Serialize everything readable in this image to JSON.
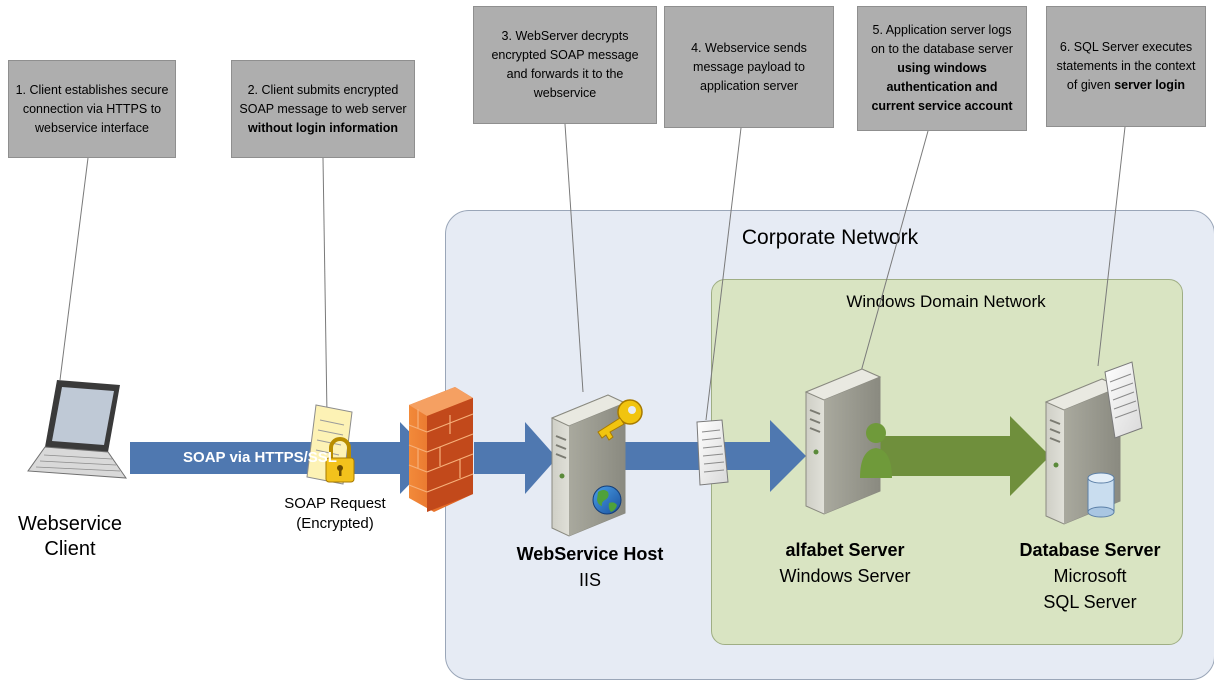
{
  "callouts": [
    {
      "id": "c1",
      "plain": "1. Client establishes secure connection via HTTPS to webservice interface",
      "bold": ""
    },
    {
      "id": "c2",
      "plain": "2. Client submits encrypted SOAP message to web server",
      "bold": "without login information"
    },
    {
      "id": "c3",
      "plain": "3. WebServer decrypts encrypted SOAP message and forwards it to the webservice",
      "bold": ""
    },
    {
      "id": "c4",
      "plain": "4. Webservice sends message payload to application server",
      "bold": ""
    },
    {
      "id": "c5",
      "plain": "5. Application server logs on to the database server",
      "bold": "using windows authentication and current service account"
    },
    {
      "id": "c6",
      "plain": "6. SQL Server executes statements in the context of given",
      "bold": "server login"
    }
  ],
  "zones": {
    "corporate": "Corporate Network",
    "domain": "Windows Domain Network"
  },
  "arrow_label": "SOAP via HTTPS/SSL",
  "nodes": {
    "client": {
      "line1": "Webservice",
      "line2": "Client"
    },
    "soap_request": {
      "line1": "SOAP Request",
      "line2": "(Encrypted)"
    },
    "webservice_host": {
      "title": "WebService Host",
      "subtitle": "IIS"
    },
    "alfabet_server": {
      "title": "alfabet Server",
      "subtitle": "Windows Server"
    },
    "database_server": {
      "title": "Database Server",
      "subtitle1": "Microsoft",
      "subtitle2": "SQL Server"
    }
  },
  "colors": {
    "callout_bg": "#aeaeae",
    "corporate_bg": "#e6ebf4",
    "domain_bg": "#d9e4c2",
    "blue_arrow": "#4f78b0",
    "green_arrow": "#6f8f3c",
    "firewall": "#e8691e"
  }
}
